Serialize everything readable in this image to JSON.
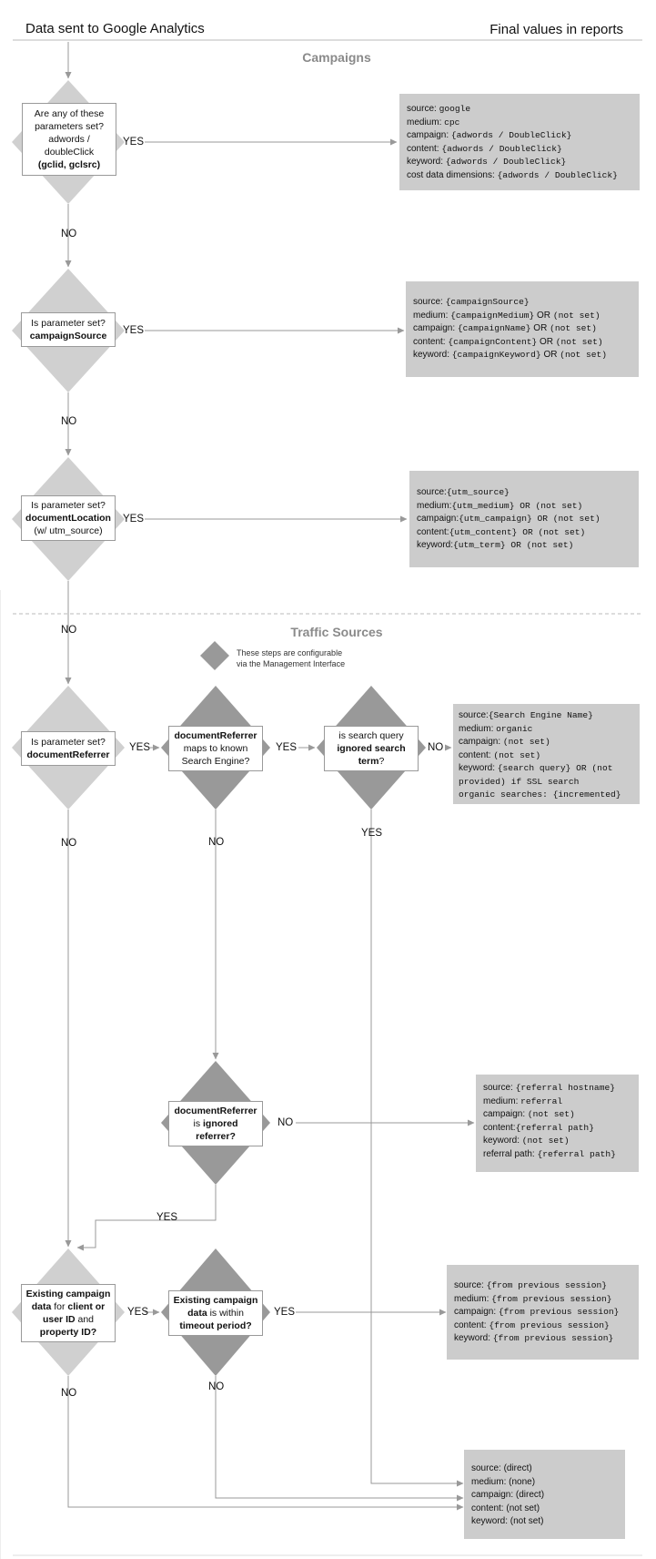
{
  "header": {
    "left": "Data sent to Google Analytics",
    "right": "Final values in reports"
  },
  "sections": {
    "campaigns": "Campaigns",
    "traffic_sources": "Traffic Sources"
  },
  "legend": {
    "note_line1": "These steps are configurable",
    "note_line2": "via the Management Interface"
  },
  "labels": {
    "yes": "YES",
    "no": "NO"
  },
  "decisions": {
    "adwords": {
      "lines": [
        "Are any of these",
        "parameters set?",
        "adwords /",
        "doubleClick"
      ],
      "bold": "(gclid, gclsrc)"
    },
    "campaign_source": {
      "l1": "Is parameter set?",
      "l2": "campaignSource"
    },
    "document_location": {
      "l1": "Is parameter set?",
      "l2": "documentLocation",
      "l3": "(w/ utm_source)"
    },
    "document_referrer": {
      "l1": "Is parameter set?",
      "l2": "documentReferrer"
    },
    "known_engine": {
      "l1": "documentReferrer",
      "l2": "maps to known",
      "l3": "Search Engine?"
    },
    "ignored_term": {
      "l1": "is search query",
      "l2": "ignored search",
      "l3": "term",
      "l3q": "?"
    },
    "ignored_referrer": {
      "l1": "documentReferrer",
      "l2a": "is ",
      "l2b": "ignored",
      "l3": "referrer?"
    },
    "existing_campaign": {
      "l1": "Existing campaign",
      "l2a": "data",
      "l2b": " for ",
      "l2c": "client or",
      "l3a": "user ID",
      "l3b": " and",
      "l4": "property ID?"
    },
    "timeout": {
      "l1": "Existing campaign",
      "l2a": "data",
      "l2b": " is within",
      "l3": "timeout period?"
    }
  },
  "results": {
    "adwords": [
      [
        "source: ",
        "google"
      ],
      [
        "medium: ",
        "cpc"
      ],
      [
        "campaign: ",
        "{adwords / DoubleClick}"
      ],
      [
        "content: ",
        "{adwords / DoubleClick}"
      ],
      [
        "keyword: ",
        "{adwords / DoubleClick}"
      ],
      [
        "cost data dimensions: ",
        "{adwords / DoubleClick}"
      ]
    ],
    "campaign_source": [
      [
        "source: ",
        "{campaignSource}",
        ""
      ],
      [
        "medium: ",
        "{campaignMedium}",
        " OR ",
        "(not set)"
      ],
      [
        "campaign: ",
        "{campaignName}",
        " OR ",
        "(not set)"
      ],
      [
        "content: ",
        "{campaignContent}",
        " OR ",
        "(not set)"
      ],
      [
        "keyword: ",
        "{campaignKeyword}",
        " OR ",
        "(not set)"
      ]
    ],
    "utm": [
      [
        "source:",
        "{utm_source}"
      ],
      [
        "medium:",
        "{utm_medium} OR (not set)"
      ],
      [
        "campaign:",
        "{utm_campaign} OR (not set)"
      ],
      [
        "content:",
        "{utm_content} OR (not set)"
      ],
      [
        "keyword:",
        "{utm_term} OR (not set)"
      ]
    ],
    "search_engine": [
      [
        "source:",
        "{Search Engine Name}"
      ],
      [
        "medium: ",
        "organic"
      ],
      [
        "campaign: ",
        "(not set)"
      ],
      [
        "content: ",
        "(not set)"
      ],
      [
        "keyword: ",
        "{search query} OR (not"
      ],
      [
        "",
        "provided) if SSL search"
      ],
      [
        "",
        "organic searches: {incremented}"
      ]
    ],
    "referral": [
      [
        "source: ",
        "{referral hostname}"
      ],
      [
        "medium: ",
        "referral"
      ],
      [
        "campaign: ",
        "(not set)"
      ],
      [
        "content:",
        "{referral path}"
      ],
      [
        "keyword: ",
        "(not set)"
      ],
      [
        "referral path: ",
        "{referral path}"
      ]
    ],
    "previous_session": [
      [
        "source: ",
        " {from previous session}"
      ],
      [
        "medium: ",
        " {from previous session}"
      ],
      [
        "campaign: ",
        " {from previous session}"
      ],
      [
        "content: ",
        " {from previous session}"
      ],
      [
        "keyword: ",
        " {from previous session}"
      ]
    ],
    "direct": [
      "source: (direct)",
      "medium: (none)",
      "campaign: (direct)",
      "content: (not set)",
      "keyword: (not set)"
    ]
  }
}
